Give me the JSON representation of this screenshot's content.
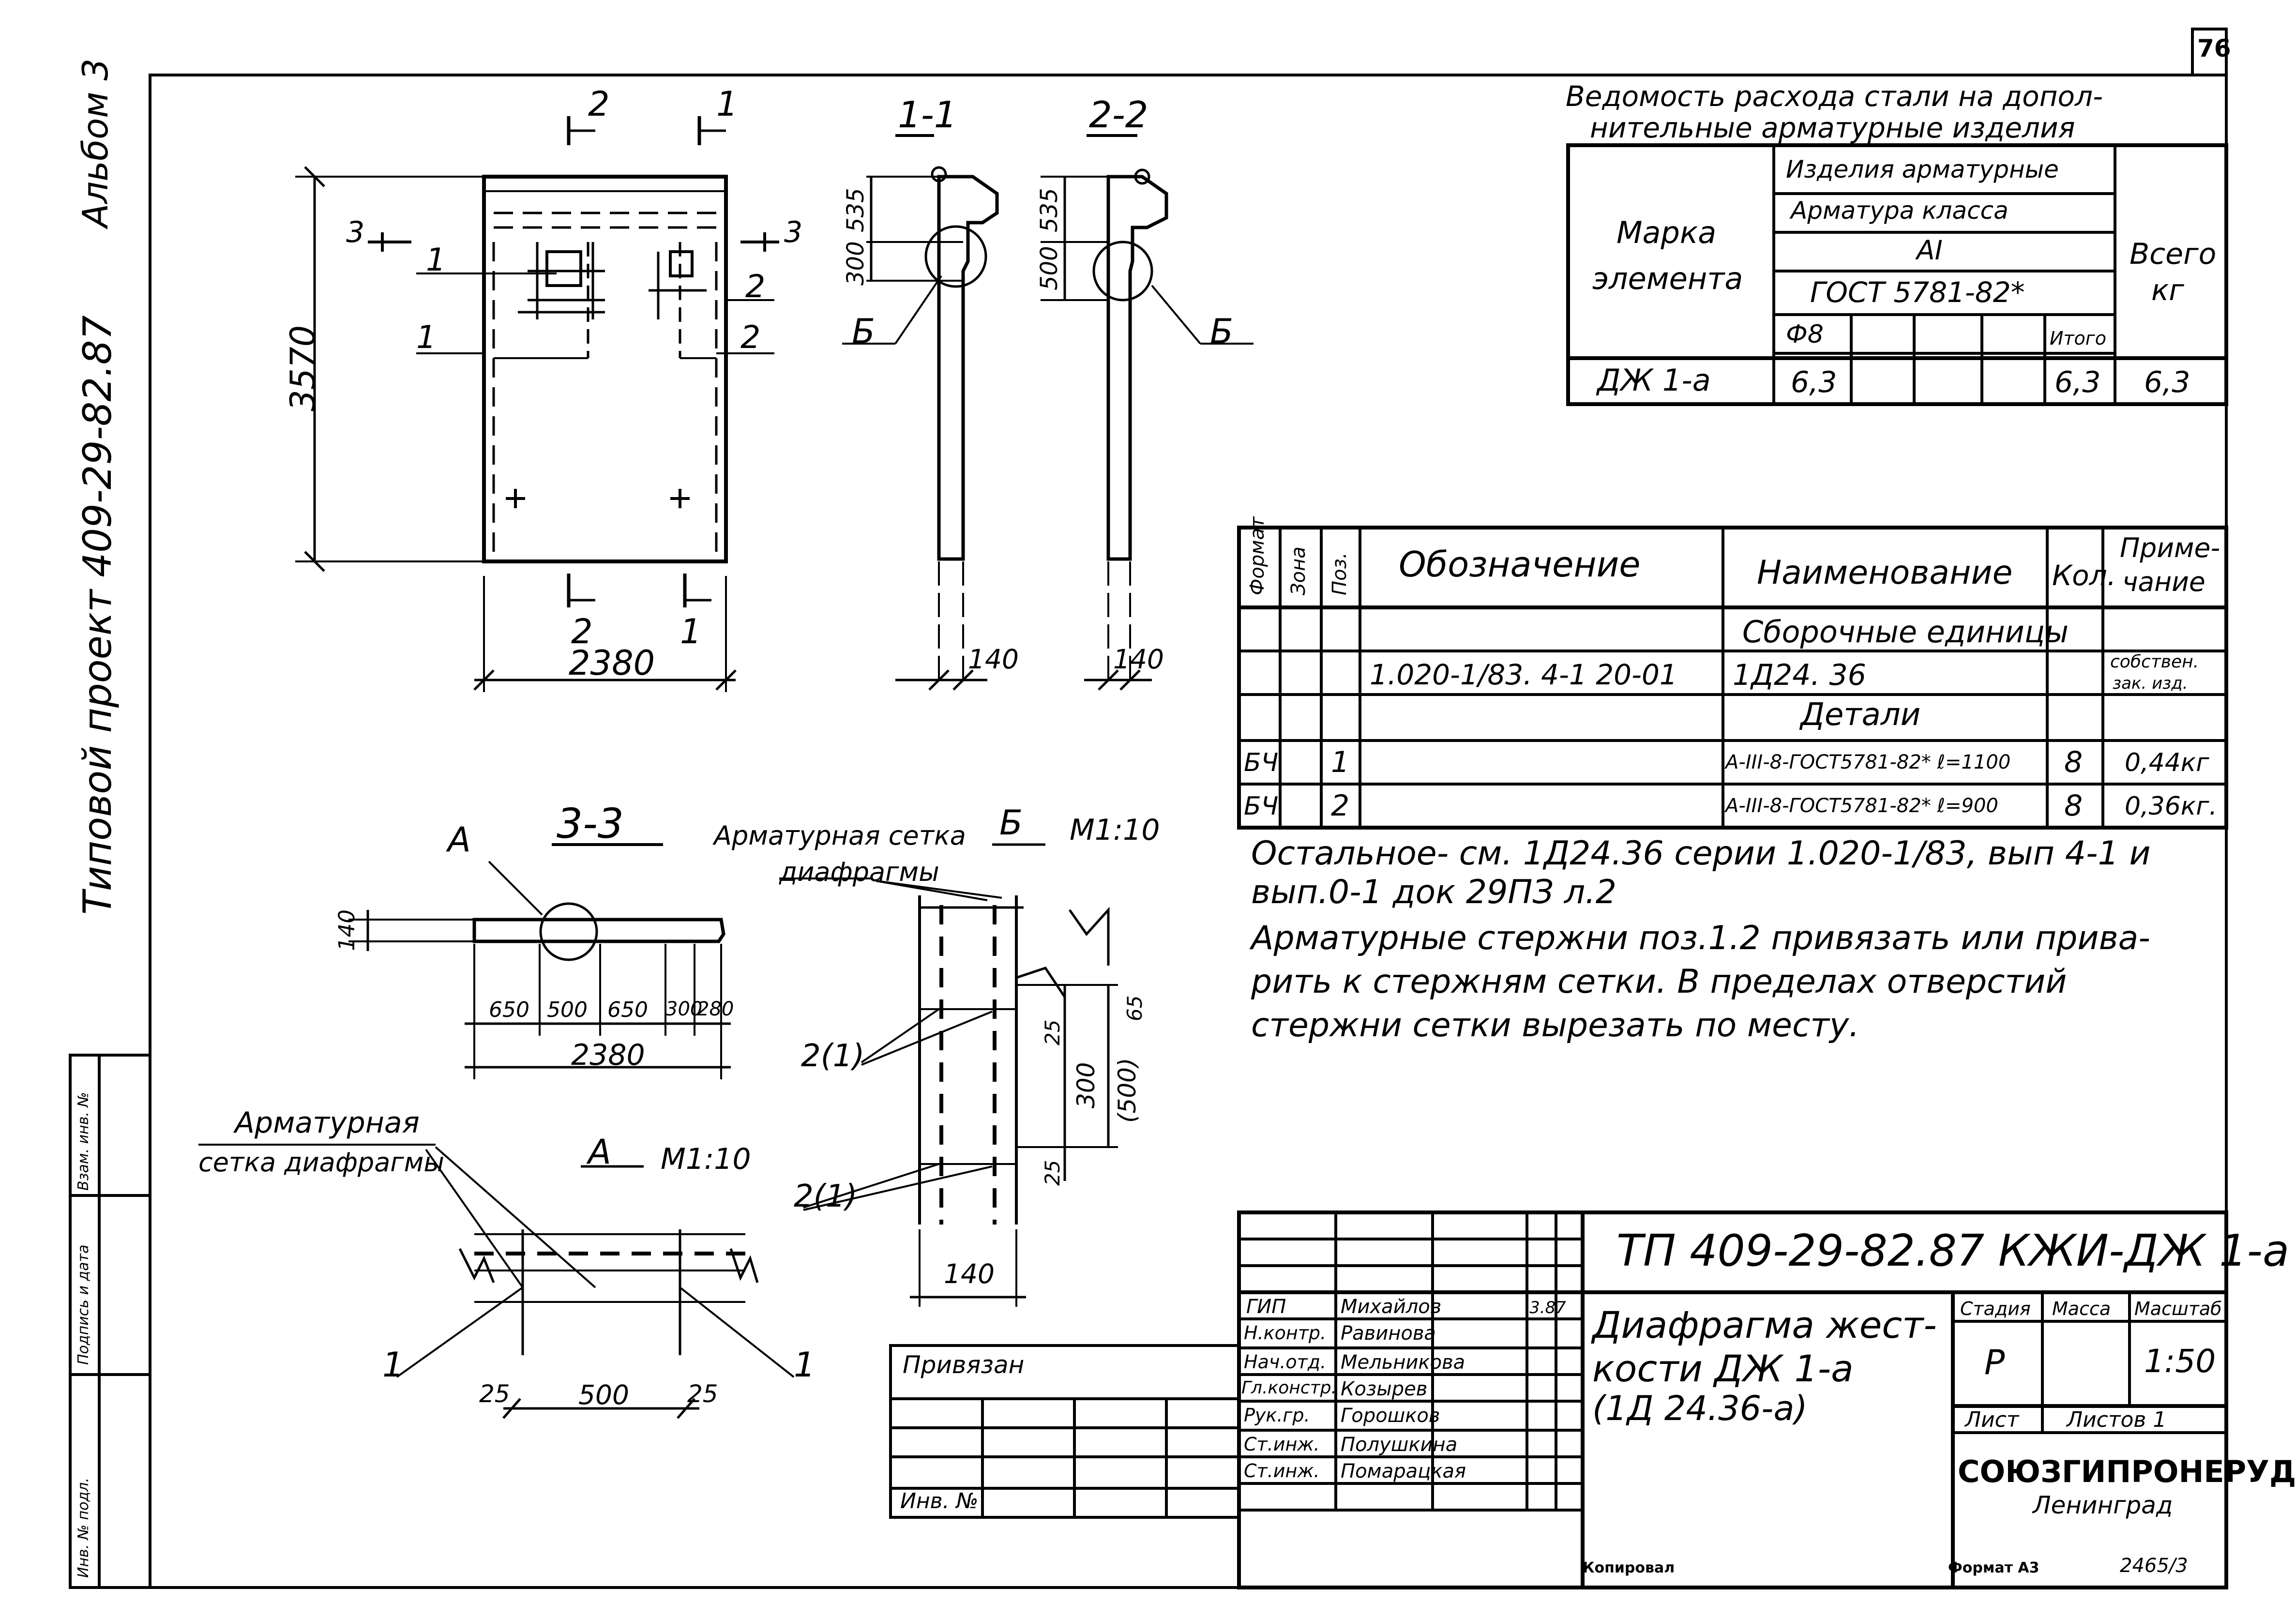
{
  "sheet_number": "76",
  "side_margin": {
    "album": "Альбом 3",
    "project": "Типовой проект 409-29-82.87",
    "stamp_cells": [
      "Инв. № подл.",
      "Подпись и дата",
      "Взам. инв. №"
    ]
  },
  "plan_view": {
    "width_dim": "2380",
    "height_dim": "3570",
    "cut_labels": {
      "top_left": "2",
      "top_right": "1",
      "bottom_left": "2",
      "bottom_right": "1"
    },
    "sec3_left": "3",
    "sec3_right": "3",
    "side_marks": {
      "l1": "1",
      "l2": "1",
      "r1": "2",
      "r2": "2"
    }
  },
  "section_1_1": {
    "title": "1-1",
    "dim_top": "535",
    "dim_mid": "300",
    "callout": "Б",
    "dim_thickness": "140"
  },
  "section_2_2": {
    "title": "2-2",
    "dim_top": "535",
    "dim_mid": "500",
    "callout": "Б",
    "dim_thickness": "140"
  },
  "section_3_3": {
    "title": "3-3",
    "callout": "А",
    "dim_height": "140",
    "dims": [
      "650",
      "500",
      "650",
      "300",
      "280"
    ],
    "total": "2380"
  },
  "detail_b": {
    "title": "Б",
    "scale": "М1:10",
    "mesh_label_1": "Арматурная сетка",
    "mesh_label_2": "диафрагмы",
    "pos_upper": "2(1)",
    "pos_lower": "2(1)",
    "dim_65": "65",
    "dim_25a": "25",
    "dim_25b": "25",
    "dim_300": "300",
    "dim_500": "(500)",
    "dim_140": "140"
  },
  "detail_a": {
    "title": "А",
    "scale": "М1:10",
    "mesh_label_1": "Арматурная",
    "mesh_label_2": "сетка диафрагмы",
    "pos_left": "1",
    "pos_right": "1",
    "dims": [
      "25",
      "500",
      "25"
    ]
  },
  "steel_table": {
    "title_1": "Ведомость расхода стали на допол-",
    "title_2": "нительные арматурные изделия",
    "col_mark_1": "Марка",
    "col_mark_2": "элемента",
    "hdr_products": "Изделия арматурные",
    "hdr_class": "Арматура класса",
    "hdr_class_name": "AI",
    "hdr_gost": "ГОСТ 5781-82*",
    "hdr_dia": "Ф8",
    "hdr_total": "Итого",
    "hdr_all_1": "Всего",
    "hdr_all_2": "кг",
    "row": {
      "mark": "ДЖ 1-а",
      "d8": "6,3",
      "total": "6,3",
      "all": "6,3"
    }
  },
  "spec_table": {
    "headers": {
      "format": "Формат",
      "zone": "Зона",
      "pos": "Поз.",
      "designation": "Обозначение",
      "name": "Наименование",
      "qty": "Кол.",
      "note_1": "Приме-",
      "note_2": "чание"
    },
    "section_assembly": "Сборочные единицы",
    "assembly_row": {
      "designation": "1.020-1/83. 4-1 20-01",
      "name": "1Д24. 36",
      "note_1": "собствен.",
      "note_2": "зак. изд."
    },
    "section_details": "Детали",
    "rows": [
      {
        "format": "БЧ",
        "pos": "1",
        "name": "А-III-8-ГОСТ5781-82* ℓ=1100",
        "qty": "8",
        "note": "0,44кг"
      },
      {
        "format": "БЧ",
        "pos": "2",
        "name": "А-III-8-ГОСТ5781-82* ℓ=900",
        "qty": "8",
        "note": "0,36кг."
      }
    ]
  },
  "notes": [
    "Остальное- см. 1Д24.36  серии 1.020-1/83, вып 4-1 и",
    "вып.0-1  док  29ПЗ л.2",
    "Арматурные стержни поз.1.2  привязать или прива-",
    "рить  к  стержням  сетки.  В пределах отверстий",
    "стержни  сетки  вырезать  по  месту."
  ],
  "title_block": {
    "code": "ТП 409-29-82.87  КЖИ-ДЖ 1-а",
    "signers": [
      {
        "role": "ГИП",
        "name": "Михайлов"
      },
      {
        "role": "Н.контр.",
        "name": "Равинова"
      },
      {
        "role": "Нач.отд.",
        "name": "Мельникова"
      },
      {
        "role": "Гл.констр.",
        "name": "Козырев"
      },
      {
        "role": "Рук.гр.",
        "name": "Горошков"
      },
      {
        "role": "Ст.инж.",
        "name": "Полушкина"
      },
      {
        "role": "Ст.инж.",
        "name": "Помарацкая"
      }
    ],
    "date_mark": "3.87",
    "doc_title_1": "Диафрагма жест-",
    "doc_title_2": "кости  ДЖ 1-а",
    "doc_title_3": "(1Д 24.36-а)",
    "stage_label": "Стадия",
    "mass_label": "Масса",
    "scale_label": "Масштаб",
    "stage": "Р",
    "scale": "1:50",
    "sheet_label": "Лист",
    "sheets_label": "Листов 1",
    "org_1": "СОЮЗГИПРОНЕРУД",
    "org_2": "Ленинград",
    "binding_label": "Привязан",
    "inv_label": "Инв. №"
  },
  "footer": {
    "copied": "Копировал",
    "format": "Формат А3",
    "code": "2465/3"
  }
}
